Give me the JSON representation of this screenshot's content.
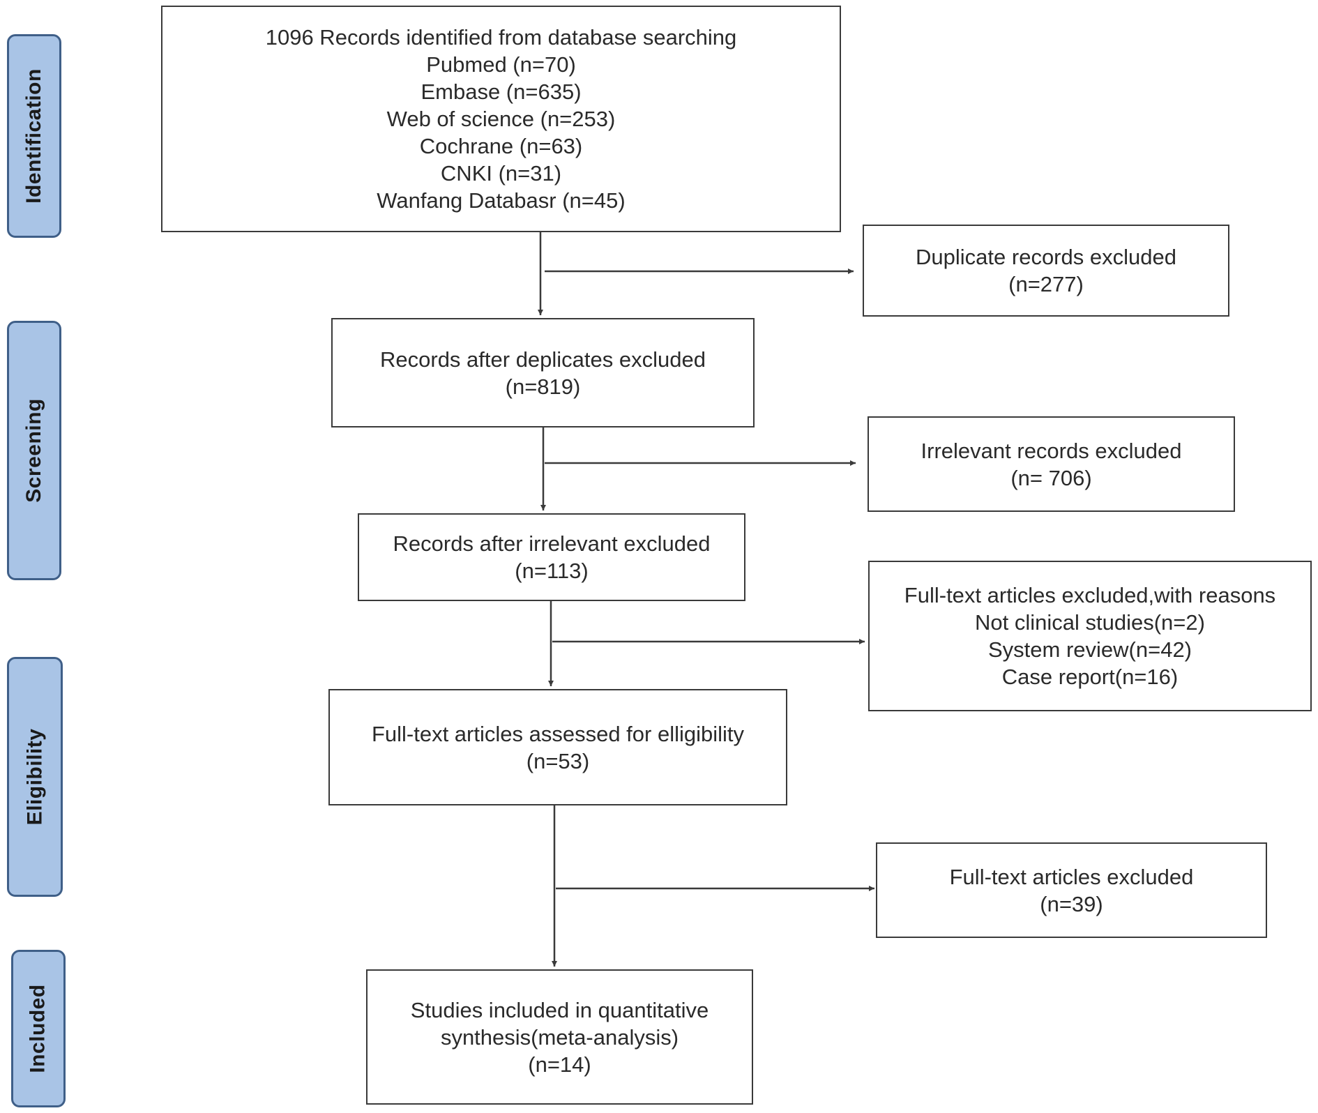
{
  "phases": {
    "identification": "Identification",
    "screening": "Screening",
    "eligibility": "Eligibility",
    "included": "Included"
  },
  "boxes": {
    "identified": {
      "lines": [
        "1096 Records identified from database searching",
        "Pubmed (n=70)",
        "Embase (n=635)",
        "Web of science (n=253)",
        "Cochrane (n=63)",
        "CNKI (n=31)",
        "Wanfang Databasr (n=45)"
      ]
    },
    "duplicates_excluded": {
      "lines": [
        "Duplicate records excluded",
        "(n=277)"
      ]
    },
    "after_duplicates": {
      "lines": [
        "Records after deplicates excluded",
        "(n=819)"
      ]
    },
    "irrelevant_excluded": {
      "lines": [
        "Irrelevant records excluded",
        "(n= 706)"
      ]
    },
    "after_irrelevant": {
      "lines": [
        "Records after irrelevant excluded",
        "(n=113)"
      ]
    },
    "fulltext_excluded_reasons": {
      "lines": [
        "Full-text articles excluded,with reasons",
        "Not clinical studies(n=2)",
        "System review(n=42)",
        "Case report(n=16)"
      ]
    },
    "fulltext_assessed": {
      "lines": [
        "Full-text articles assessed for elligibility",
        "(n=53)"
      ]
    },
    "fulltext_excluded": {
      "lines": [
        "Full-text articles excluded",
        "(n=39)"
      ]
    },
    "included_studies": {
      "lines": [
        "Studies included in quantitative",
        "synthesis(meta-analysis)",
        "(n=14)"
      ]
    }
  },
  "colors": {
    "phase_fill": "#a9c4e6",
    "phase_border": "#3f5f88",
    "box_border": "#3a3a3a",
    "arrow": "#3a3a3a"
  }
}
